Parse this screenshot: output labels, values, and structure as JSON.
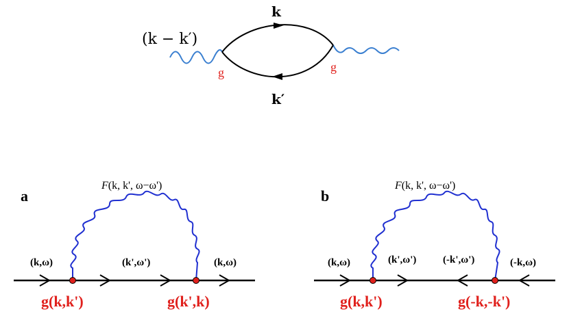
{
  "colors": {
    "line": "#000000",
    "photon_top": "#3a7fd0",
    "phonon": "#1f2fd0",
    "vertex": "#e0201c",
    "vertex_text": "#e0201c"
  },
  "top": {
    "label_incoming": "(k − k′)",
    "label_upper": "k",
    "label_lower": "k′",
    "vertex_left": "g",
    "vertex_right": "g"
  },
  "panel_a": {
    "letter": "a",
    "phonon_label_italic": "F",
    "phonon_label_args": "(k, k', ω−ω')",
    "seg_left": "(k,ω)",
    "seg_mid": "(k',ω')",
    "seg_right": "(k,ω)",
    "vertex_left": "g(k,k')",
    "vertex_right": "g(k',k)"
  },
  "panel_b": {
    "letter": "b",
    "phonon_label_italic": "F",
    "phonon_label_args": "(k, k', ω−ω')",
    "seg_left": "(k,ω)",
    "seg_mid": "(k',ω')",
    "seg_mid2": "(-k',ω')",
    "seg_right": "(-k,ω)",
    "vertex_left": "g(k,k')",
    "vertex_right": "g(-k,-k')"
  }
}
